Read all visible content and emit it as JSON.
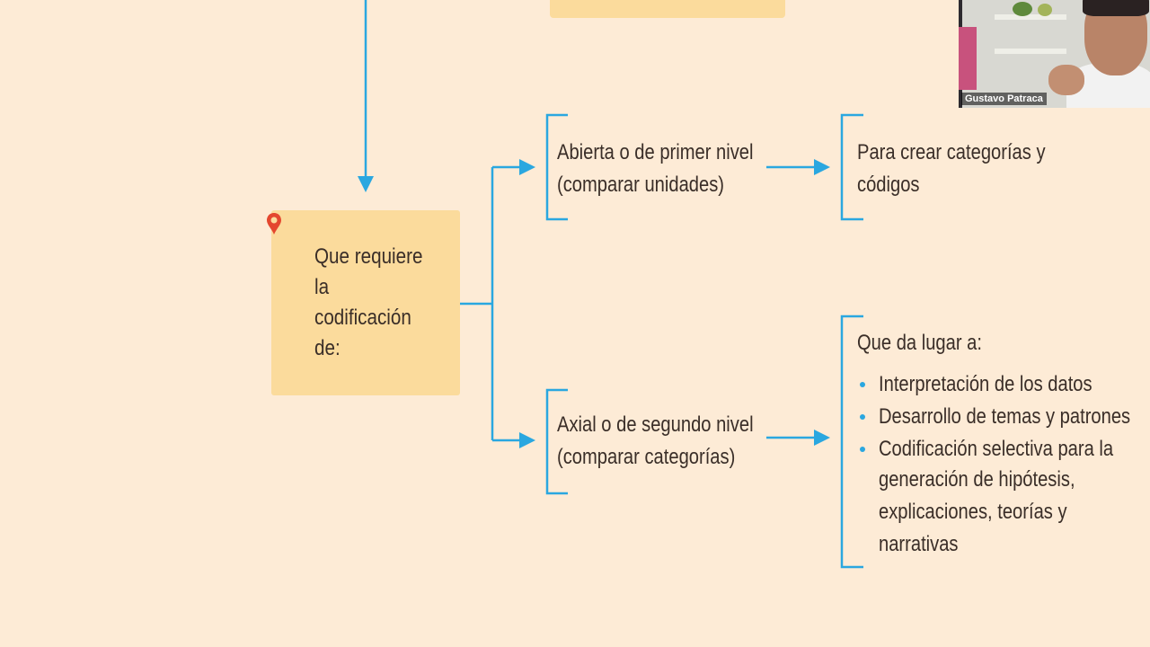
{
  "colors": {
    "background": "#fdebd6",
    "note": "#fbdb9c",
    "accent_blue": "#2aa7e0",
    "text": "#3a2e28",
    "pin": "#e4472f"
  },
  "diagram": {
    "main_box": {
      "text": "Que requiere la codificación de:"
    },
    "branch_open": {
      "lines": [
        "Abierta o de primer nivel",
        "(comparar unidades)"
      ],
      "result_lines": [
        "Para crear categorías y",
        "códigos"
      ]
    },
    "branch_axial": {
      "lines": [
        "Axial o de segundo nivel",
        "(comparar categorías)"
      ],
      "result_heading": "Que da lugar a:",
      "result_bullets": [
        "Interpretación de los datos",
        "Desarrollo de temas y patrones",
        "Codificación selectiva para la"
      ],
      "bullet3_continuation": [
        "generación de hipótesis,",
        "explicaciones, teorías y",
        "narrativas"
      ]
    }
  },
  "video_call": {
    "participant_name": "Gustavo Patraca",
    "icon": "participant-video-thumbnail"
  }
}
